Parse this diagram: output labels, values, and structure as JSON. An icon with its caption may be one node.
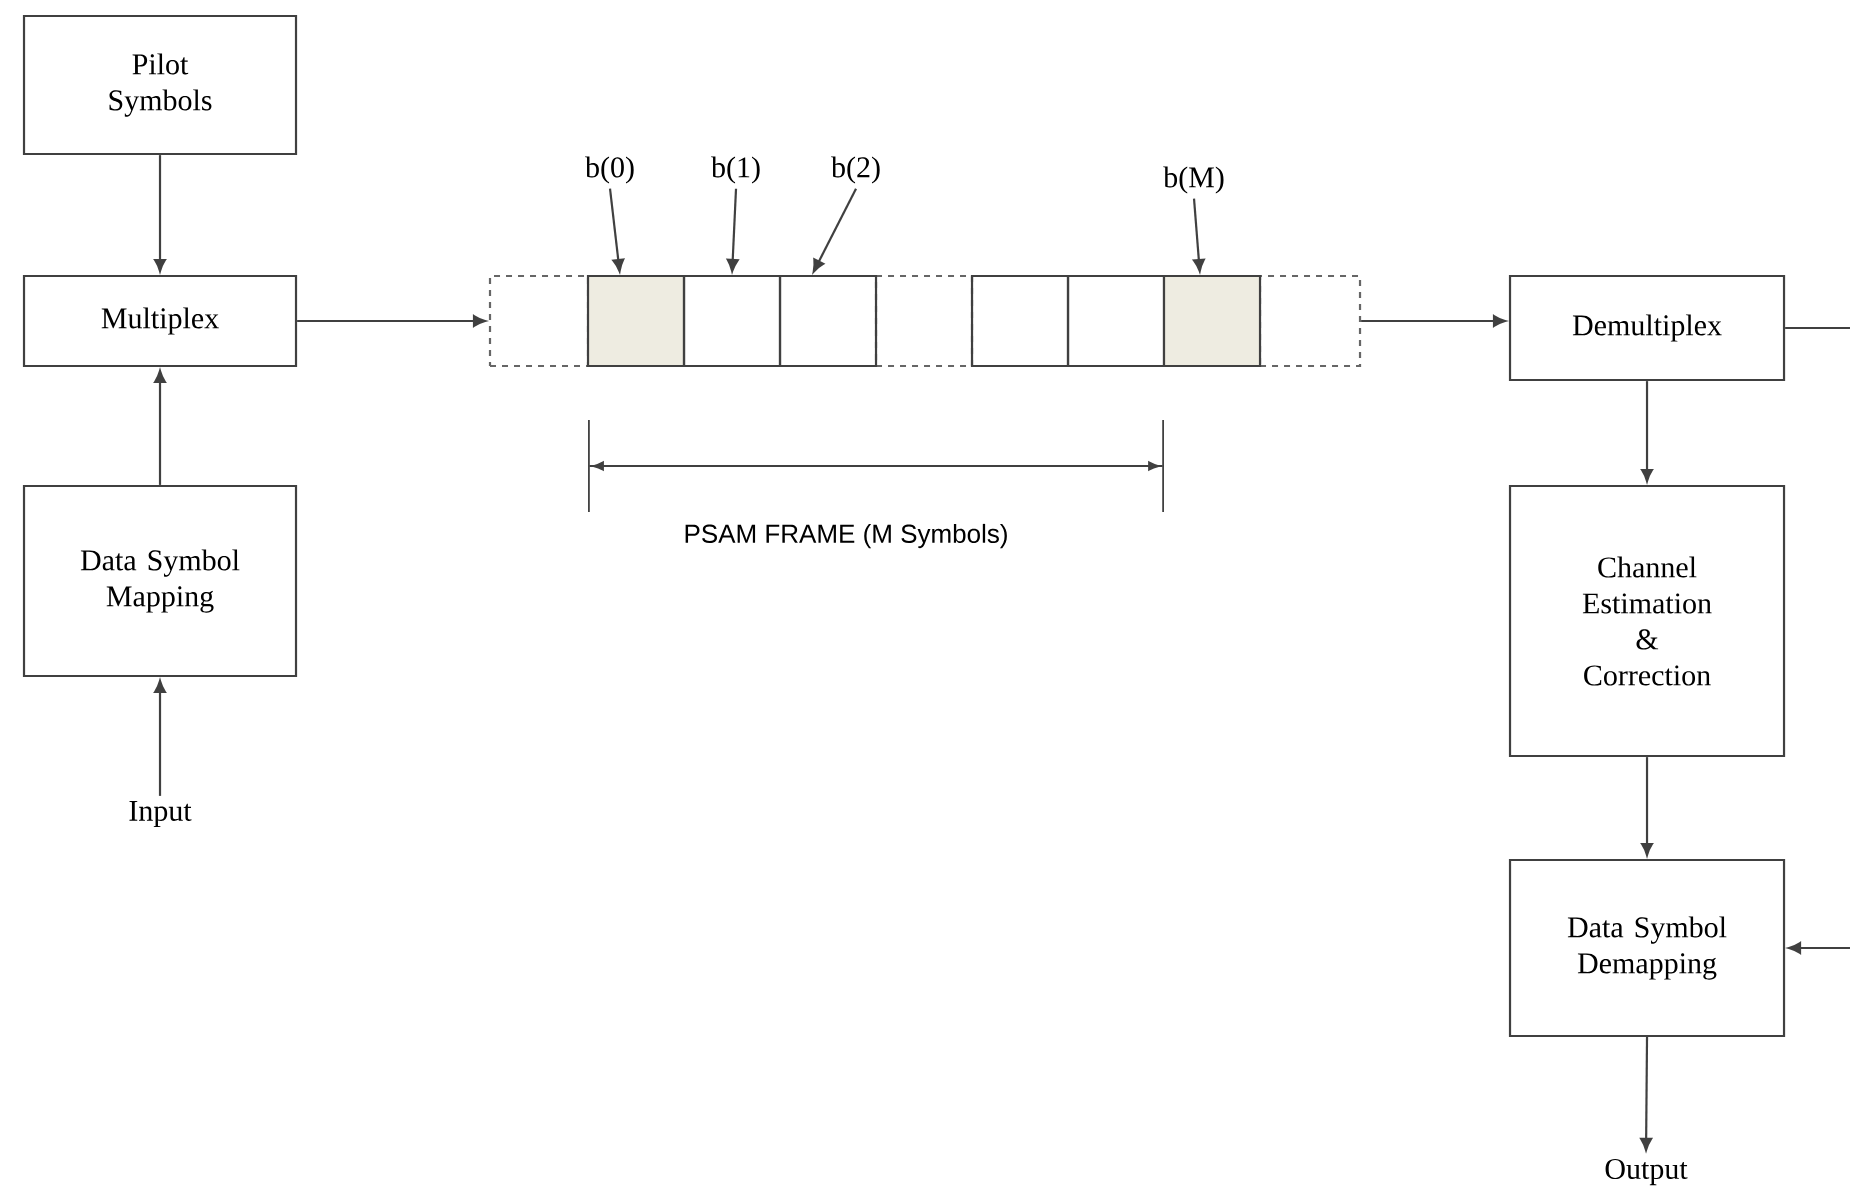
{
  "diagram": {
    "nodes": [
      {
        "text": [
          "Pilot Symbols"
        ]
      },
      {
        "text": [
          "b(0)"
        ]
      },
      {
        "text": [
          "b(1)"
        ]
      },
      {
        "text": [
          "b(2)"
        ]
      },
      {
        "text": [
          "b(M)"
        ]
      },
      {
        "text": [
          "Multiplex"
        ]
      },
      {
        "text": [],
        "shape": "box"
      },
      {
        "text": [],
        "shape": "box"
      },
      {
        "text": [],
        "shape": "box"
      },
      {
        "text": [],
        "shape": "box"
      },
      {
        "text": [],
        "shape": "box"
      },
      {
        "text": [],
        "shape": "box"
      },
      {
        "text": [],
        "shape": "box"
      },
      {
        "text": [],
        "shape": "box"
      },
      {
        "text": [],
        "shape": "box"
      },
      {
        "text": [
          "Demultiplex"
        ]
      },
      {
        "text": [
          "Data Symbol Mapping"
        ]
      },
      {
        "text": [
          "Channel Estimation & Correction"
        ]
      },
      {
        "text": [
          "Input"
        ]
      },
      {
        "text": [
          "Data Symbol Demapping"
        ]
      },
      {
        "text": [
          "Output"
        ]
      }
    ],
    "edges": [
      {
        "from": 0,
        "to": 5,
        "arrow": "to"
      },
      {
        "from": 16,
        "to": 5,
        "arrow": "to"
      },
      {
        "from": 18,
        "to": 16,
        "arrow": "to"
      },
      {
        "from": 5,
        "to": 6,
        "arrow": "to"
      },
      {
        "from": 1,
        "to": 7,
        "arrow": "to"
      },
      {
        "from": 2,
        "to": 8,
        "arrow": "to"
      },
      {
        "from": 3,
        "to": 9,
        "arrow": "to"
      },
      {
        "from": 4,
        "to": 13,
        "arrow": "to"
      },
      {
        "from": 14,
        "to": 15,
        "arrow": "to"
      },
      {
        "from": 15,
        "to": 17,
        "arrow": "to"
      },
      {
        "from": 15,
        "to": null,
        "arrow": "none"
      },
      {
        "from": 17,
        "to": 19,
        "arrow": "to"
      },
      {
        "from": null,
        "to": 19,
        "arrow": "to"
      },
      {
        "from": 19,
        "to": 20,
        "arrow": "to"
      }
    ],
    "labels": [
      "PSAM FRAME (M Symbols)"
    ]
  }
}
